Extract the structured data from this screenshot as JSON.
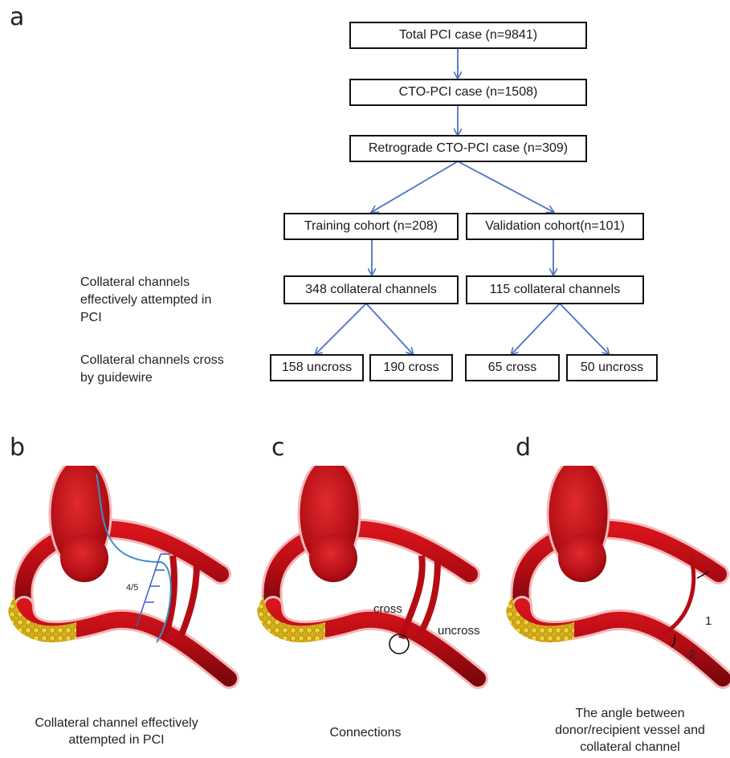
{
  "panels": {
    "a": "a",
    "b": "b",
    "c": "c",
    "d": "d"
  },
  "flowchart": {
    "total": "Total PCI case (n=9841)",
    "cto": "CTO-PCI case (n=1508)",
    "retrograde": "Retrograde CTO-PCI case (n=309)",
    "training": "Training cohort (n=208)",
    "validation": "Validation cohort(n=101)",
    "training_channels": "348 collateral channels",
    "validation_channels": "115 collateral channels",
    "t_uncross": "158 uncross",
    "t_cross": "190 cross",
    "v_cross": "65 cross",
    "v_uncross": "50 uncross",
    "arrow_color": "#4a72c4"
  },
  "side_labels": {
    "attempted": [
      "Collateral channels",
      "effectively attempted in",
      "PCI"
    ],
    "cross": [
      "Collateral channels cross",
      "by guidewire"
    ]
  },
  "diagram_b": {
    "measure_label": "4/5"
  },
  "diagram_c": {
    "cross_label": "cross",
    "uncross_label": "uncross"
  },
  "diagram_d": {
    "angle1": "1",
    "angle2": "2"
  },
  "captions": {
    "b": [
      "Collateral channel effectively",
      "attempted in PCI"
    ],
    "c": [
      "Connections"
    ],
    "d": [
      "The angle between",
      "donor/recipient vessel and",
      "collateral channel"
    ]
  },
  "colors": {
    "vessel": "#c8101a",
    "vessel_dark": "#8a0a10",
    "halo": "#f2b8b8",
    "plaque": "#d8b21c",
    "wire": "#3a8fc4"
  }
}
